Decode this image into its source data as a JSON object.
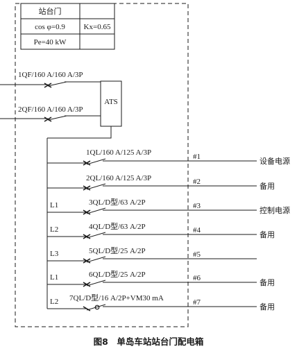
{
  "header_table": {
    "r1c1": "站台门",
    "r1c2": "",
    "r2c1": "cos φ=0.9",
    "r2c2": "Kx=0.65",
    "r3c1": "Pe=40 kW",
    "r3c2": ""
  },
  "incomers": [
    {
      "label": "1QF/160 A/160 A/3P"
    },
    {
      "label": "2QF/160 A/160 A/3P"
    }
  ],
  "ats_label": "ATS",
  "feeders": [
    {
      "phase": "",
      "label": "1QL/160 A/125 A/3P",
      "num": "#1",
      "dest": "设备电源"
    },
    {
      "phase": "",
      "label": "2QL/160 A/125 A/3P",
      "num": "#2",
      "dest": "备用"
    },
    {
      "phase": "L1",
      "label": "3QL/D型/63 A/2P",
      "num": "#3",
      "dest": "控制电源"
    },
    {
      "phase": "L2",
      "label": "4QL/D型/63 A/2P",
      "num": "#4",
      "dest": "备用"
    },
    {
      "phase": "L3",
      "label": "5QL/D型/25 A/2P",
      "num": "#5",
      "dest": ""
    },
    {
      "phase": "L1",
      "label": "6QL/D型/25 A/2P",
      "num": "#6",
      "dest": "备用"
    },
    {
      "phase": "L2",
      "label": "7QL/D型/16 A/2P+VM30 mA",
      "num": "#7",
      "dest": "备用"
    }
  ],
  "caption": "图8　单岛车站站台门配电箱"
}
